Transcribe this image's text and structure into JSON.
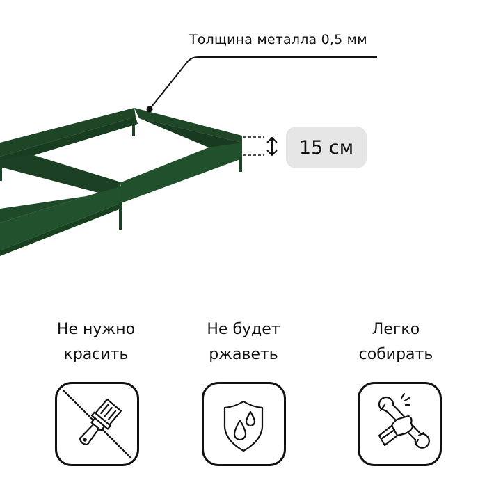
{
  "product_image": {
    "description": "green metal garden bed frame",
    "color": "#1f4a2a",
    "callout": {
      "label": "Толщина металла 0,5 мм"
    },
    "height_badge": {
      "label": "15 см",
      "icon": "double-arrow-vertical-icon"
    }
  },
  "features": [
    {
      "label": "Не нужно\nкрасить",
      "icon": "no-paint-brush-icon"
    },
    {
      "label": "Не будет\nржаветь",
      "icon": "shield-water-drops-icon"
    },
    {
      "label": "Легко\nсобирать",
      "icon": "hand-wrench-icon"
    }
  ],
  "colors": {
    "frame_dark": "#1a3b22",
    "frame_mid": "#224f2c",
    "frame_light": "#2a5e35",
    "badge_bg": "#e6e6e6",
    "stroke": "#111111"
  }
}
